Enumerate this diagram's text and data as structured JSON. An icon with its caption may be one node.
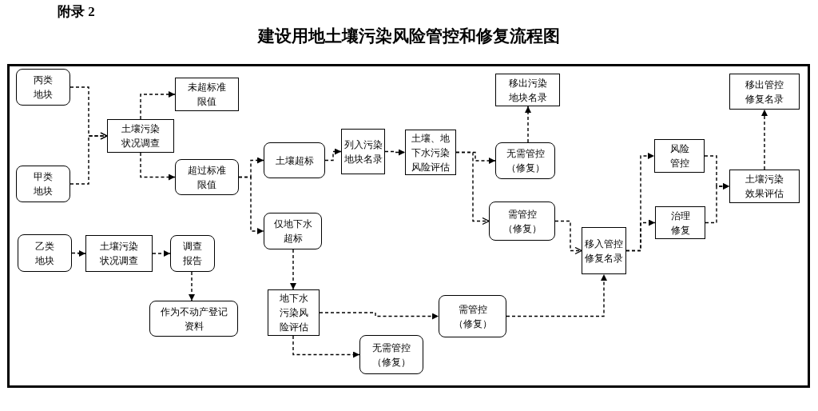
{
  "diagram": {
    "title": "建设用地土壤污染风险管控和修复流程图",
    "nodes": [
      {
        "text": [
          "丙类地块"
        ]
      },
      {
        "text": [
          "甲类地块"
        ]
      },
      {
        "text": [
          "土壤污染状况调查"
        ]
      },
      {
        "text": [
          "未超标准限值"
        ]
      },
      {
        "text": [
          "超过标准限值"
        ]
      },
      {
        "text": [
          "土壤超标"
        ]
      },
      {
        "text": [
          "仅地下水超标"
        ]
      },
      {
        "text": [
          "列入污染地块名录"
        ]
      },
      {
        "text": [
          "土壤、地下水污染风险评估"
        ]
      },
      {
        "text": [
          "移出污染地块名录"
        ]
      },
      {
        "text": [
          "无需管控（修复）"
        ]
      },
      {
        "text": [
          "需管控（修复）"
        ]
      },
      {
        "text": [
          "乙类地块"
        ]
      },
      {
        "text": [
          "土壤污染状况调查"
        ]
      },
      {
        "text": [
          "调查报告"
        ]
      },
      {
        "text": [
          "作为不动产登记资料"
        ]
      },
      {
        "text": [
          "地下水污染风险评估"
        ]
      },
      {
        "text": [
          "需管控（修复）"
        ]
      },
      {
        "text": [
          "无需管控（修复）"
        ]
      },
      {
        "text": [
          "移入管控修复名录"
        ]
      },
      {
        "text": [
          "风险管控"
        ]
      },
      {
        "text": [
          "治理修复"
        ]
      },
      {
        "text": [
          "土壤污染效果评估"
        ]
      },
      {
        "text": [
          "移出管控修复名录"
        ]
      }
    ],
    "edges": [
      {
        "from": 0,
        "to": 2,
        "arrow": "to",
        "style": "dashed"
      },
      {
        "from": 1,
        "to": 2,
        "arrow": "to",
        "style": "dashed"
      },
      {
        "from": 2,
        "to": 3,
        "arrow": "to",
        "style": "dashed"
      },
      {
        "from": 2,
        "to": 4,
        "arrow": "to",
        "style": "dashed"
      },
      {
        "from": 4,
        "to": 5,
        "arrow": "to",
        "style": "dashed"
      },
      {
        "from": 4,
        "to": 6,
        "arrow": "to",
        "style": "dashed"
      },
      {
        "from": 5,
        "to": 7,
        "arrow": "to",
        "style": "dashed"
      },
      {
        "from": 7,
        "to": 8,
        "arrow": "to",
        "style": "dashed"
      },
      {
        "from": 8,
        "to": 10,
        "arrow": "to",
        "style": "dashed"
      },
      {
        "from": 8,
        "to": 11,
        "arrow": "to",
        "style": "dashed"
      },
      {
        "from": 10,
        "to": 9,
        "arrow": "to",
        "style": "dashed"
      },
      {
        "from": 11,
        "to": 19,
        "arrow": "to",
        "style": "dashed"
      },
      {
        "from": 12,
        "to": 13,
        "arrow": "to",
        "style": "dashed"
      },
      {
        "from": 13,
        "to": 14,
        "arrow": "to",
        "style": "dashed"
      },
      {
        "from": 14,
        "to": 15,
        "arrow": "to",
        "style": "dashed"
      },
      {
        "from": 6,
        "to": 16,
        "arrow": "to",
        "style": "dashed"
      },
      {
        "from": 16,
        "to": 17,
        "arrow": "to",
        "style": "dashed"
      },
      {
        "from": 16,
        "to": 18,
        "arrow": "to",
        "style": "dashed"
      },
      {
        "from": 17,
        "to": 19,
        "arrow": "to",
        "style": "dashed"
      },
      {
        "from": 19,
        "to": 20,
        "arrow": "to",
        "style": "dashed"
      },
      {
        "from": 19,
        "to": 21,
        "arrow": "to",
        "style": "dashed"
      },
      {
        "from": 20,
        "to": 22,
        "arrow": "to",
        "style": "dashed"
      },
      {
        "from": 21,
        "to": 22,
        "arrow": "to",
        "style": "dashed"
      },
      {
        "from": 22,
        "to": 23,
        "arrow": "to",
        "style": "dashed"
      }
    ],
    "labels": [
      "附录 2"
    ]
  }
}
